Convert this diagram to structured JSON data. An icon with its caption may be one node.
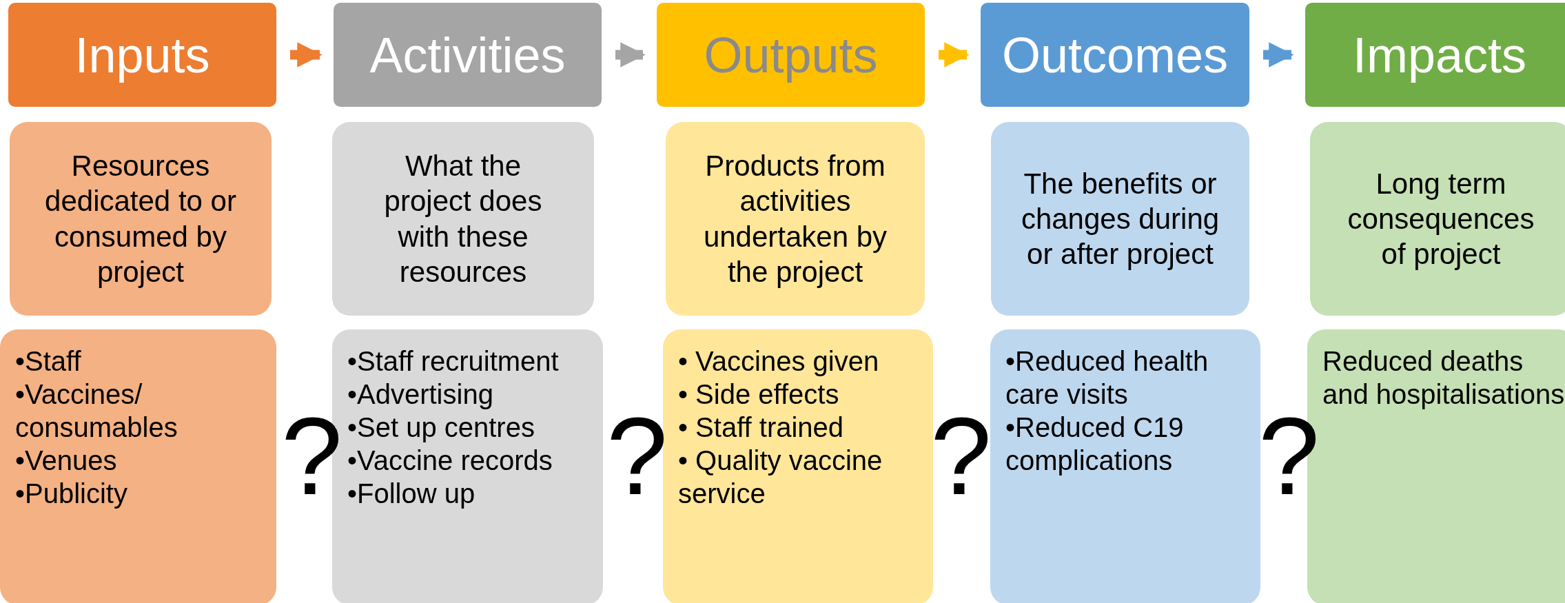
{
  "diagram": {
    "nodes": [
      {
        "text": [
          "Inputs"
        ]
      },
      {
        "text": [
          "Activities"
        ]
      },
      {
        "text": [
          "Outputs"
        ]
      },
      {
        "text": [
          "Outcomes"
        ]
      },
      {
        "text": [
          "Impacts"
        ]
      },
      {
        "text": [
          "Resources dedicated to or consumed by project"
        ]
      },
      {
        "text": [
          "What the project does with these resources"
        ]
      },
      {
        "text": [
          "Products from activities undertaken by the project"
        ]
      },
      {
        "text": [
          "The benefits or changes during or after project"
        ]
      },
      {
        "text": [
          "Long term consequences of project"
        ]
      },
      {
        "text": [
          "•Staff",
          "•Vaccines/ consumables",
          "•Venues",
          "•Publicity"
        ]
      },
      {
        "text": [
          "•Staff recruitment",
          "•Advertising",
          "•Set up centres",
          "•Vaccine records",
          "•Follow up"
        ]
      },
      {
        "text": [
          "• Vaccines given",
          "• Side effects",
          "• Staff trained",
          "• Quality vaccine service"
        ]
      },
      {
        "text": [
          "•Reduced health care visits",
          "•Reduced C19 complications"
        ]
      },
      {
        "text": [
          "Reduced deaths and hospitalisations"
        ]
      }
    ],
    "edges": [
      {
        "from": 0,
        "to": 1,
        "arrow": "to",
        "color": "#ed7d31"
      },
      {
        "from": 1,
        "to": 2,
        "arrow": "to",
        "color": "#a5a5a5"
      },
      {
        "from": 2,
        "to": 3,
        "arrow": "to",
        "color": "#ffc000"
      },
      {
        "from": 3,
        "to": 4,
        "arrow": "to",
        "color": "#5b9bd5"
      }
    ],
    "labels": [
      "?",
      "?",
      "?",
      "?"
    ]
  }
}
